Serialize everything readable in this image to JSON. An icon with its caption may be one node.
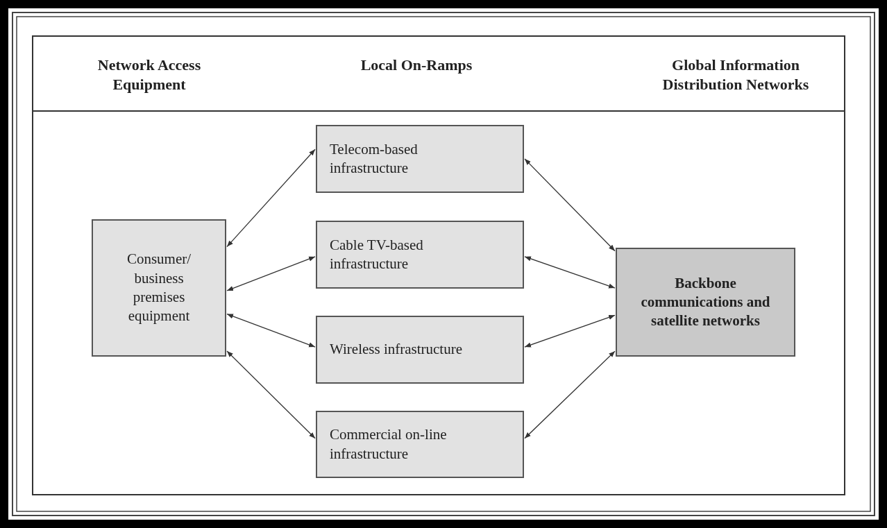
{
  "diagram": {
    "nodes": [
      {
        "text": [
          "Consumer/ business premises equipment"
        ]
      },
      {
        "text": [
          "Telecom-based infrastructure"
        ]
      },
      {
        "text": [
          "Cable TV-based infrastructure"
        ]
      },
      {
        "text": [
          "Wireless infrastructure"
        ]
      },
      {
        "text": [
          "Commercial on-line infrastructure"
        ]
      },
      {
        "text": [
          "Backbone communications and satellite networks"
        ]
      }
    ],
    "edges": [
      {
        "from": 0,
        "to": 1,
        "arrow": "both"
      },
      {
        "from": 0,
        "to": 2,
        "arrow": "both"
      },
      {
        "from": 0,
        "to": 3,
        "arrow": "both"
      },
      {
        "from": 0,
        "to": 4,
        "arrow": "both"
      },
      {
        "from": 1,
        "to": 5,
        "arrow": "both"
      },
      {
        "from": 2,
        "to": 5,
        "arrow": "both"
      },
      {
        "from": 3,
        "to": 5,
        "arrow": "both"
      },
      {
        "from": 4,
        "to": 5,
        "arrow": "both"
      }
    ],
    "labels": [
      "Network Access Equipment",
      "Local On-Ramps",
      "Global Information Distribution Networks"
    ]
  }
}
